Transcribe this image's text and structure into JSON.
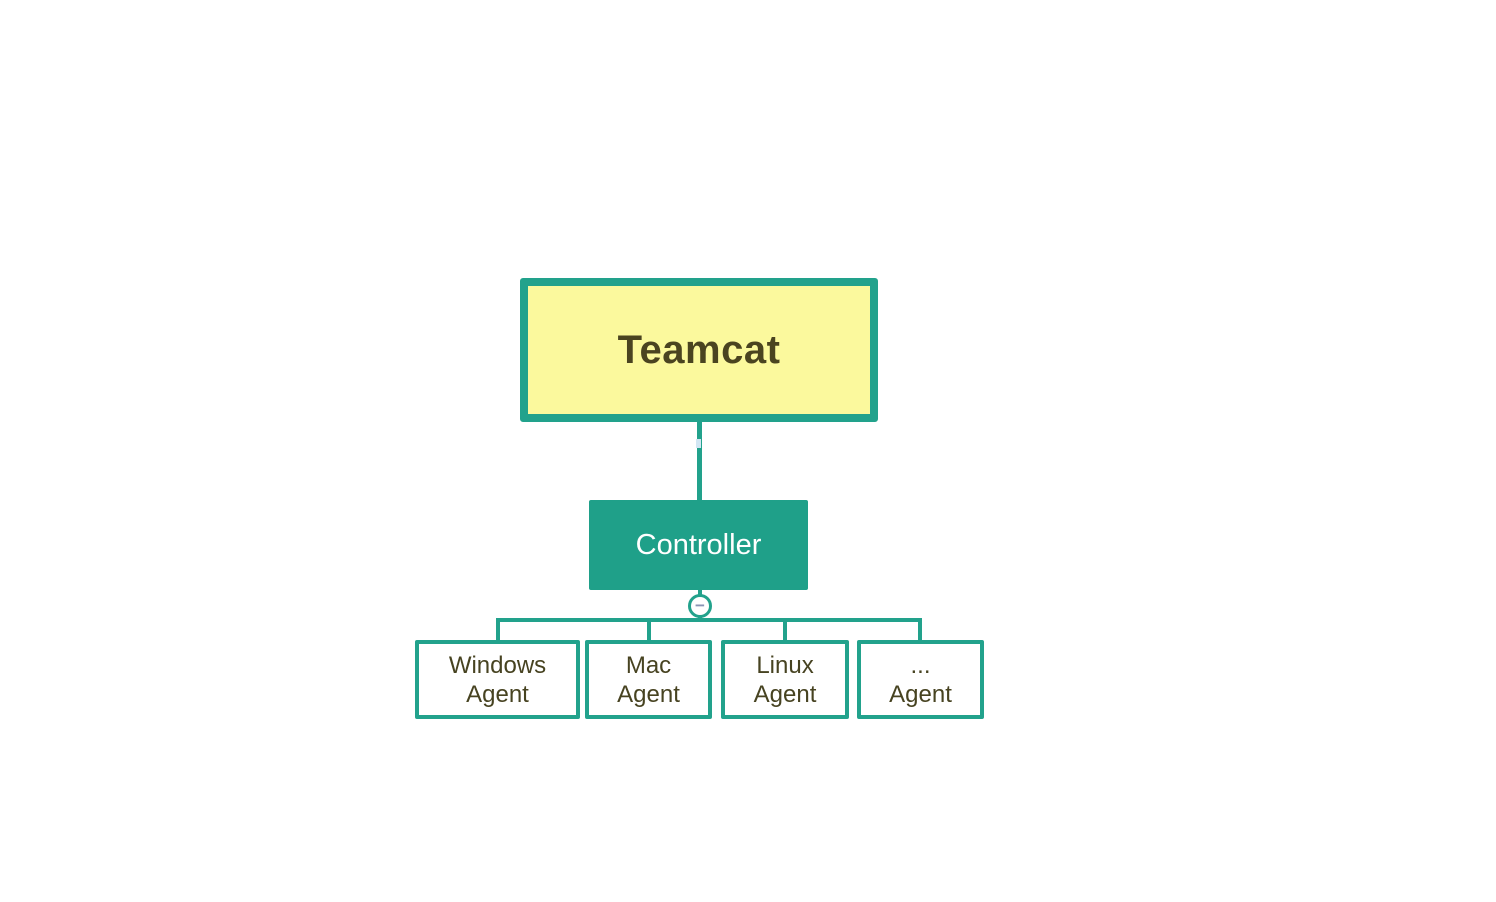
{
  "app": {
    "background": "#ffffff"
  },
  "diagram": {
    "root_node": {
      "label": "Teamcat",
      "fill": "#fbf99d",
      "border_color": "#22a28c",
      "text_color": "#4a4420"
    },
    "controller_node": {
      "label": "Controller",
      "fill": "#1fa089",
      "text_color": "#ffffff"
    },
    "collapse_button": {
      "symbol": "−",
      "symbol_color": "#8a94b5",
      "ring_color": "#22a28c"
    },
    "agent_nodes": [
      {
        "label": "Windows\nAgent"
      },
      {
        "label": "Mac\nAgent"
      },
      {
        "label": "Linux\nAgent"
      },
      {
        "label": "...\nAgent"
      }
    ],
    "agent_fill": "#ffffff",
    "agent_text_color": "#474321",
    "connector_color": "#22a28c",
    "anchor_dash_color": "#d2e6f3"
  }
}
